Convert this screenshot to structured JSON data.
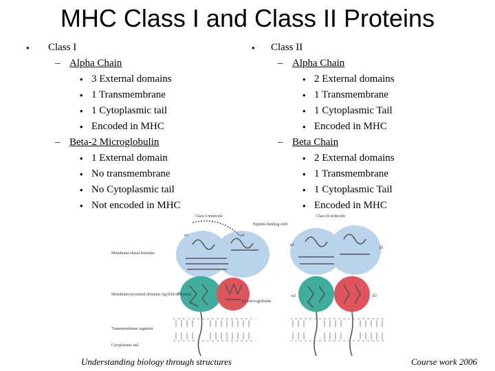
{
  "slide": {
    "title": "MHC Class I and Class II Proteins",
    "left": {
      "heading": "Class I",
      "alpha": {
        "label": "Alpha Chain",
        "items": [
          "3 External domains",
          "1 Transmembrane",
          "1 Cytoplasmic tail",
          "Encoded in MHC"
        ]
      },
      "beta2": {
        "label": "Beta-2 Microglobulin",
        "items": [
          "1 External domain",
          "No transmembrane",
          "No Cytoplasmic tail",
          "Not encoded in MHC"
        ]
      }
    },
    "right": {
      "heading": "Class II",
      "alpha": {
        "label": "Alpha Chain",
        "items": [
          "2 External domains",
          "1 Transmembrane",
          "1 Cytoplasmic Tail",
          "Encoded in MHC"
        ]
      },
      "beta": {
        "label": "Beta Chain",
        "items": [
          "2 External domains",
          "1 Transmembrane",
          "1 Cytoplasmic Tail",
          "Encoded in MHC"
        ]
      }
    },
    "bullet_glyph": "•",
    "dash_glyph": "–",
    "footer_left": "Understanding biology through structures",
    "footer_right": "Course work 2006"
  },
  "figure": {
    "labels": {
      "class1_molecule": "Class I molecule",
      "class2_molecule": "Class II molecule",
      "peptide_cleft": "Peptide-binding cleft",
      "membrane_distal": "Membrane-distal domains",
      "membrane_proximal": "Membrane-proximal domains (Ig-fold structure)",
      "transmembrane": "Transmembrane segment",
      "cytoplasmic": "Cytoplasmic tail",
      "b2m": "β2-microglobulin",
      "a1": "α1",
      "a2": "α2",
      "a3": "α3",
      "b1": "β1",
      "b2": "β2"
    },
    "colors": {
      "distal_domain": "#b8d3ea",
      "alpha3_domain": "#3fae9c",
      "beta2m_domain": "#e0545c",
      "chain_line": "#555555",
      "membrane": "#888888"
    }
  }
}
